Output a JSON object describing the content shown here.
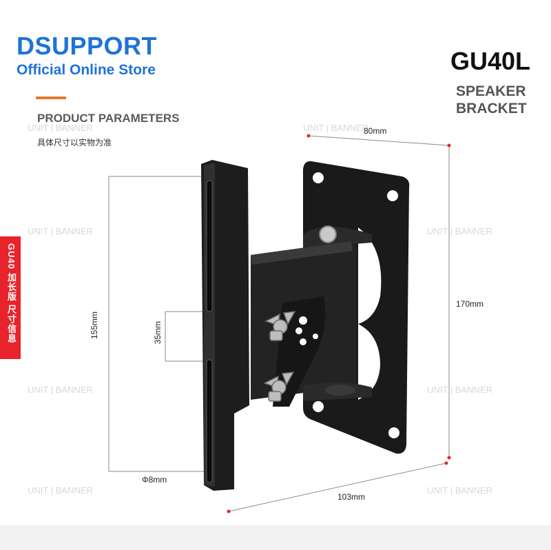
{
  "header": {
    "brand": "DSUPPORT",
    "store": "Official Online Store",
    "section_title": "PRODUCT PARAMETERS",
    "section_note": "具体尺寸以实物为准"
  },
  "product": {
    "model": "GU40L",
    "name": "SPEAKER BRACKET"
  },
  "side_tab": {
    "label": "GU40 加长版 尺寸信息"
  },
  "dimensions": {
    "width_top": "80mm",
    "height_right": "170mm",
    "height_left": "155mm",
    "slot_spacing": "35mm",
    "hole_diameter": "Φ8mm",
    "depth_bottom": "103mm"
  },
  "colors": {
    "brand": "#1e73d8",
    "accent": "#e27a2e",
    "tab": "#e8232b",
    "marker": "#e8232b"
  }
}
